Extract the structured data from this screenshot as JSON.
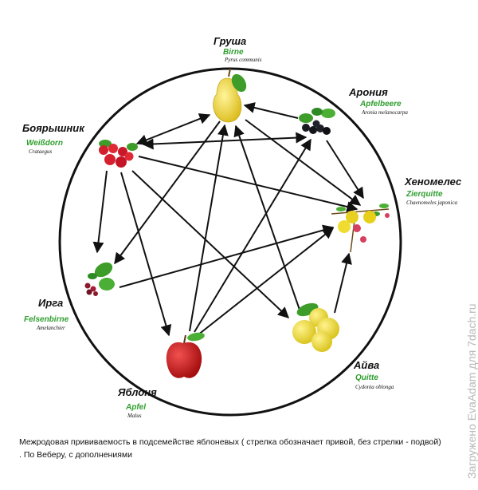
{
  "nodes": {
    "pear": {
      "ru": "Груша",
      "de": "Birne",
      "la": "Pyrus communis"
    },
    "aronia": {
      "ru": "Арония",
      "de": "Apfelbeere",
      "la": "Aronia melanocarpa"
    },
    "haw": {
      "ru": "Боярышник",
      "de": "Weißdorn",
      "la": "Crataegus"
    },
    "chaen": {
      "ru": "Хеномелес",
      "de": "Zierquitte",
      "la": "Chaenomeles japonica"
    },
    "irga": {
      "ru": "Ирга",
      "de": "Felsenbirne",
      "la": "Amelanchier"
    },
    "quince": {
      "ru": "Айва",
      "de": "Quitte",
      "la": "Cydonia oblonga"
    },
    "apple": {
      "ru": "Яблоня",
      "de": "Apfel",
      "la": "Malus"
    }
  },
  "caption": "Межродовая прививаемость в подсемействе яблоневых  ( стрелка обозначает привой, без стрелки - подвой)  . По Веберу, с дополнениями",
  "watermark": "Загружено EvaAdam для 7dach.ru",
  "colors": {
    "russian_label": "#111111",
    "german_label": "#2e9e2e",
    "arrow": "#111111",
    "circle": "#111111"
  }
}
